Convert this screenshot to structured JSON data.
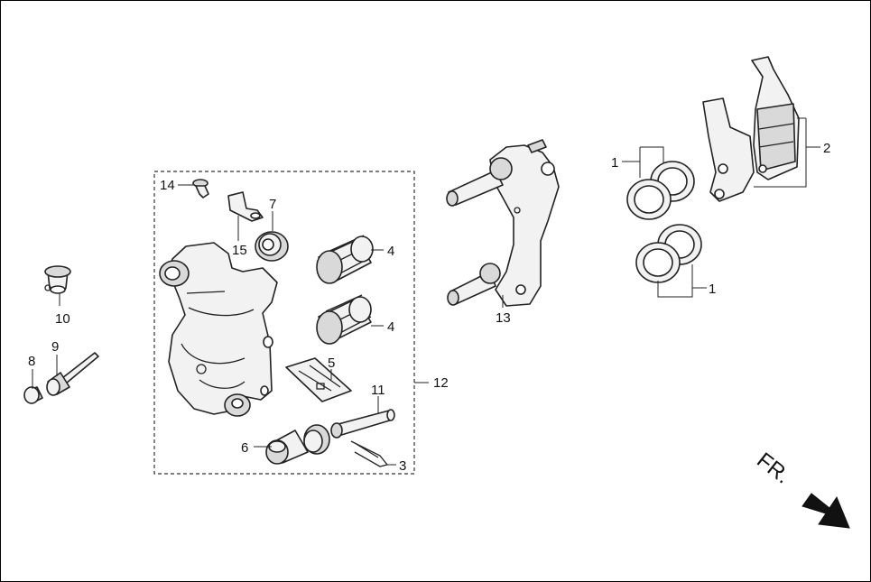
{
  "callouts": {
    "c1a": "1",
    "c1b": "1",
    "c2": "2",
    "c3": "3",
    "c4a": "4",
    "c4b": "4",
    "c5": "5",
    "c6": "6",
    "c7": "7",
    "c8": "8",
    "c9": "9",
    "c10": "10",
    "c11": "11",
    "c12": "12",
    "c13": "13",
    "c14": "14",
    "c15": "15"
  },
  "direction": {
    "label": "FR."
  }
}
